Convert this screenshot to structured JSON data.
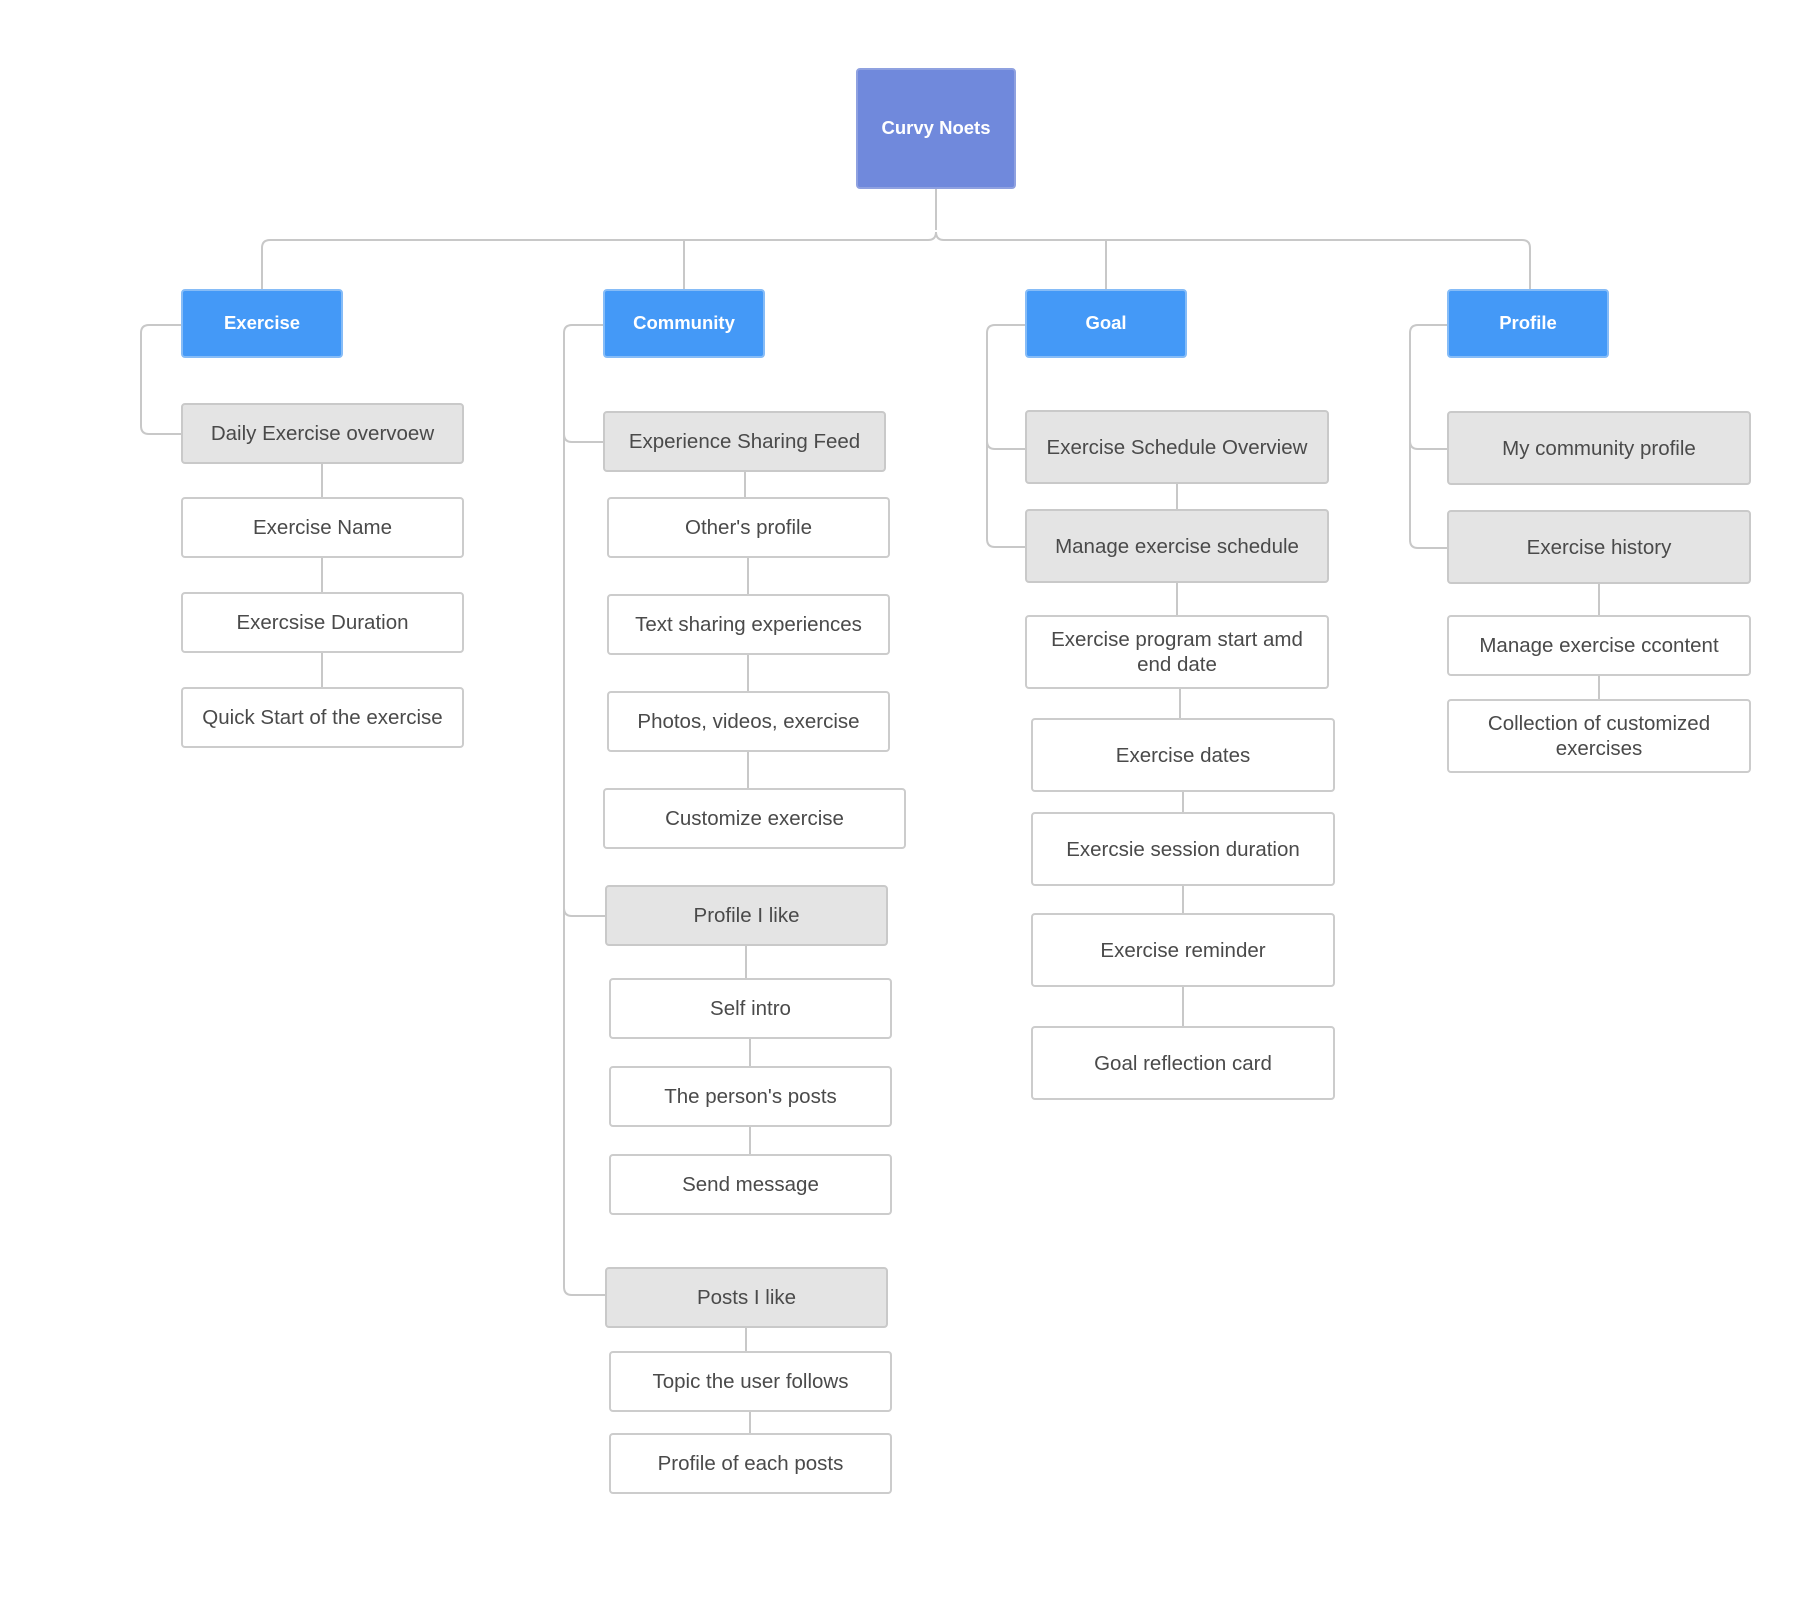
{
  "colors": {
    "root": "#7089dc",
    "category": "#4499f7",
    "group": "#e4e4e4",
    "leaf": "#ffffff",
    "connector": "#c8c8c8"
  },
  "root": {
    "label": "Curvy Noets"
  },
  "categories": {
    "exercise": {
      "label": "Exercise",
      "groups": [
        {
          "label": "Daily Exercise overvoew",
          "items": [
            "Exercise Name",
            "Exercsise Duration",
            "Quick Start of the exercise"
          ]
        }
      ]
    },
    "community": {
      "label": "Community",
      "groups": [
        {
          "label": "Experience Sharing Feed",
          "items": [
            "Other's profile",
            "Text sharing experiences",
            "Photos, videos, exercise",
            "Customize exercise"
          ]
        },
        {
          "label": "Profile I like",
          "items": [
            "Self intro",
            "The person's posts",
            "Send message"
          ]
        },
        {
          "label": "Posts I like",
          "items": [
            "Topic the user follows",
            "Profile of each posts"
          ]
        }
      ]
    },
    "goal": {
      "label": "Goal",
      "groups": [
        {
          "label": "Exercise Schedule Overview",
          "items": []
        },
        {
          "label": "Manage exercise schedule",
          "items": [
            "Exercise program start amd end date",
            "Exercise dates",
            "Exercsie session duration",
            "Exercise reminder",
            "Goal reflection card"
          ]
        }
      ]
    },
    "profile": {
      "label": "Profile",
      "groups": [
        {
          "label": "My community profile",
          "items": []
        },
        {
          "label": "Exercise history",
          "items": [
            "Manage exercise ccontent",
            "Collection of customized exercises"
          ]
        }
      ]
    }
  }
}
